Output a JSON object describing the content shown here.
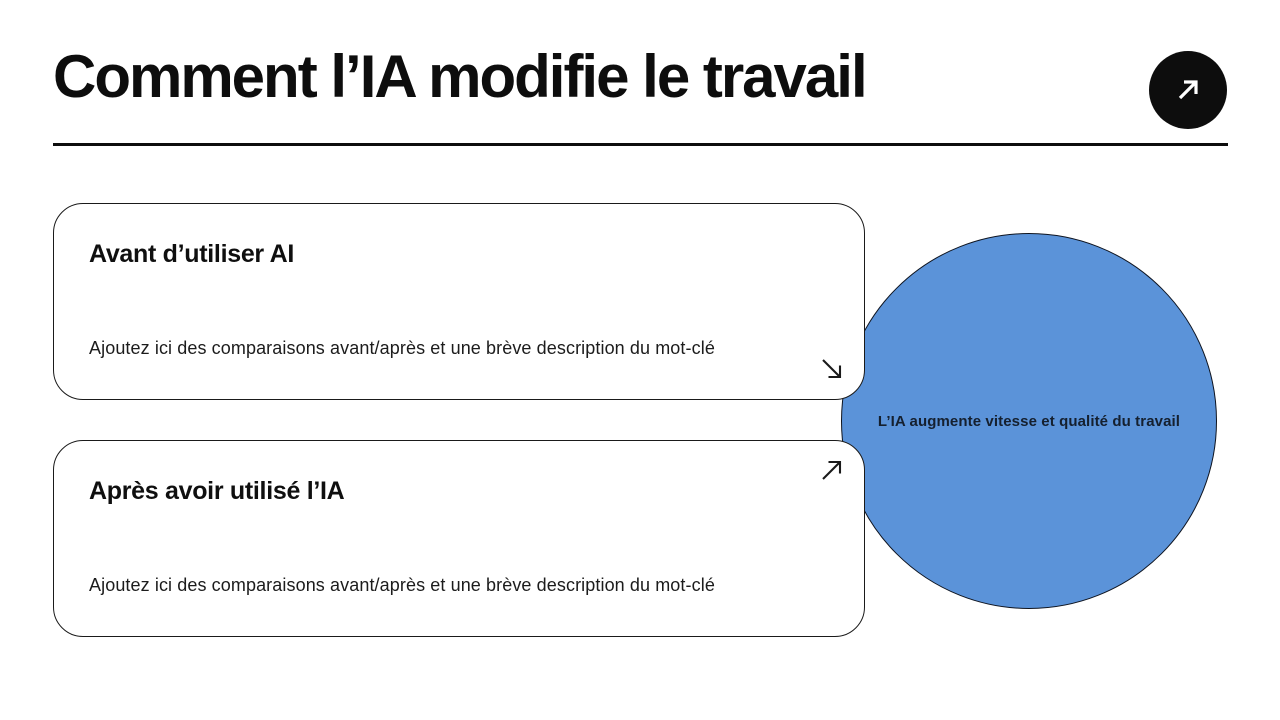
{
  "slide": {
    "title": "Comment l’IA modifie le travail",
    "header_action": {
      "icon": "arrow-up-right-icon"
    },
    "cards": [
      {
        "heading": "Avant d’utiliser AI",
        "body": "Ajoutez ici des comparaisons avant/après et une brève description du mot-clé",
        "arrow_icon": "arrow-down-right-icon"
      },
      {
        "heading": "Après avoir utilisé l’IA",
        "body": "Ajoutez ici des comparaisons avant/après et une brève description du mot-clé",
        "arrow_icon": "arrow-up-right-icon"
      }
    ],
    "bubble": {
      "label": "L’IA augmente vitesse et qualité du travail"
    },
    "colors": {
      "accent_blue": "#5B93D9",
      "ink": "#0D0D0D",
      "bubble_text": "#15202F"
    }
  }
}
